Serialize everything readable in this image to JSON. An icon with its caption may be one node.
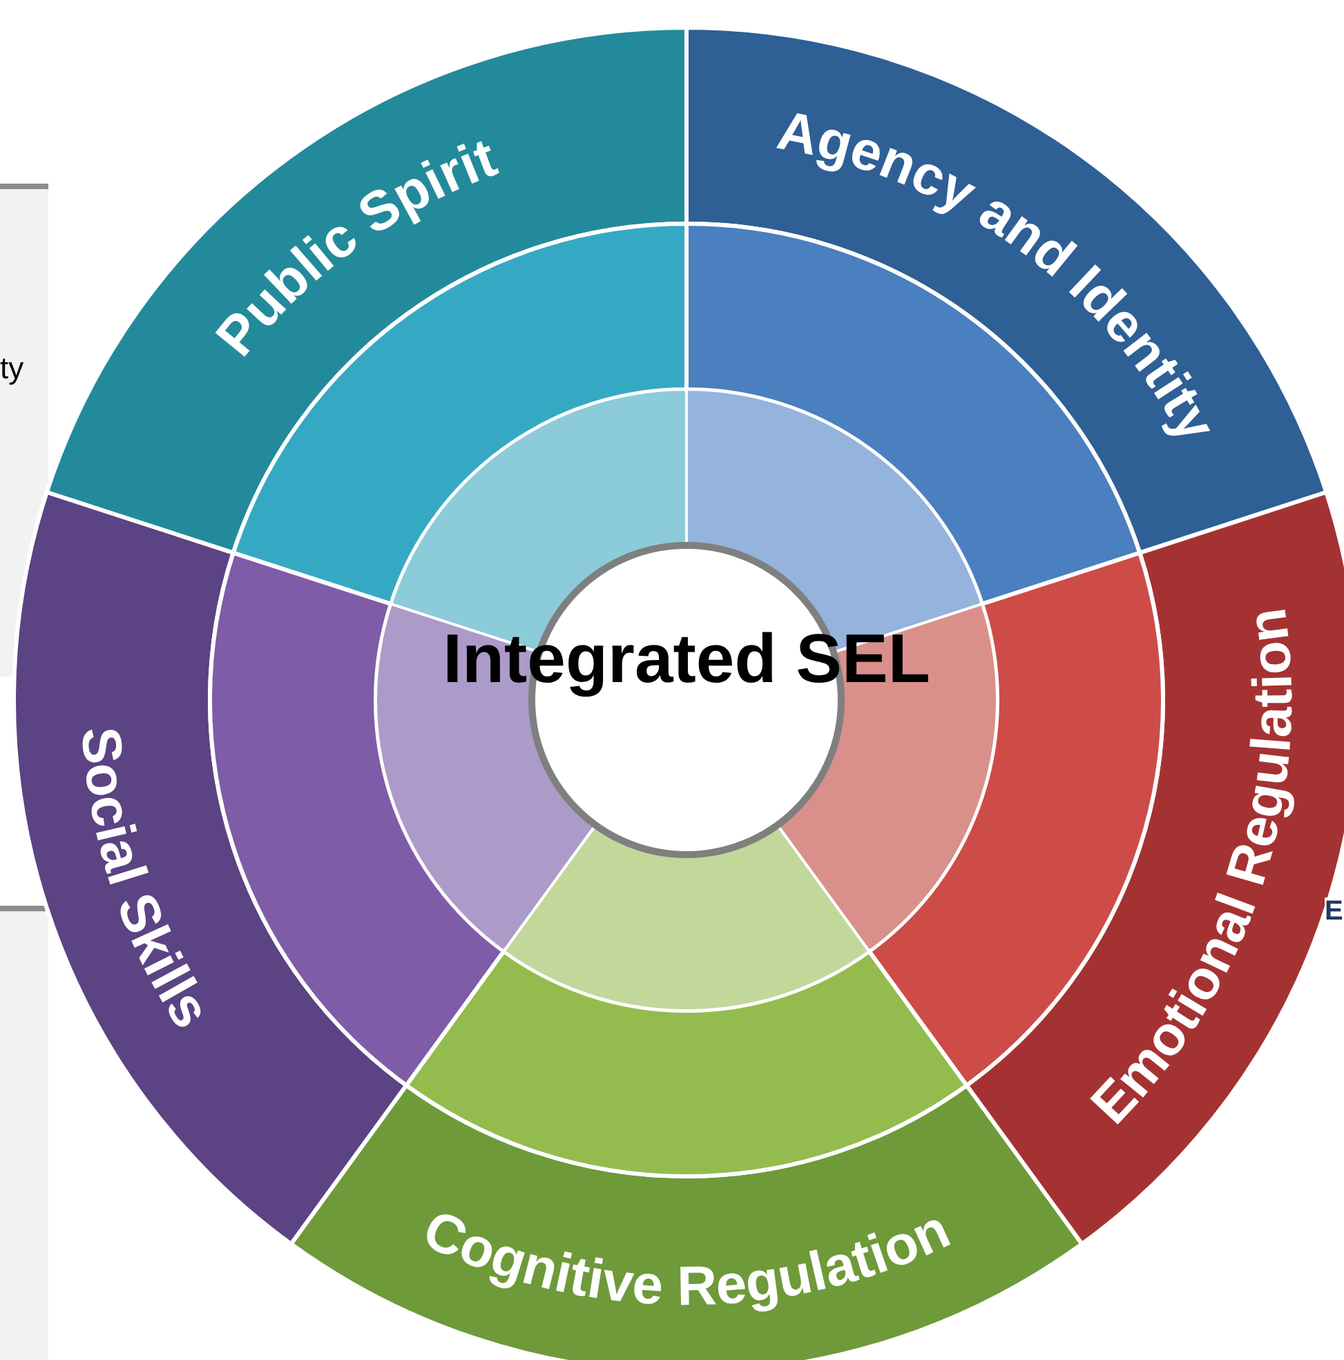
{
  "diagram": {
    "nodes": [
      {
        "text": [
          "Public Spirit"
        ]
      },
      {
        "text": [
          "Agency and Identity"
        ]
      },
      {
        "text": [
          "Integrated SEL"
        ]
      },
      {
        "text": [
          "Social Skills"
        ]
      },
      {
        "text": [
          "Emotional Regulation"
        ]
      },
      {
        "text": [
          "Cognitive Regulation"
        ]
      }
    ],
    "labels": [
      "ty",
      "E"
    ]
  }
}
